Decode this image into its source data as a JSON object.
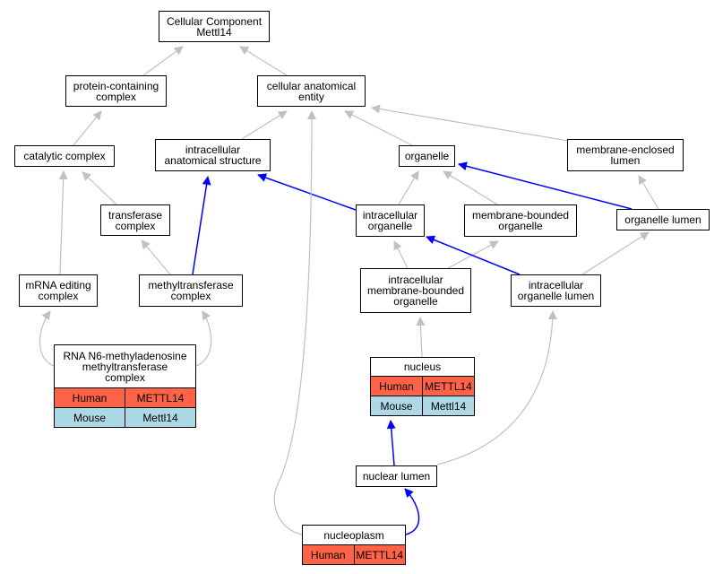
{
  "diagram": {
    "nodes": {
      "root": {
        "text": "Cellular Component\nMettl14"
      },
      "pcc": {
        "text": "protein-containing\ncomplex"
      },
      "cae": {
        "text": "cellular anatomical\nentity"
      },
      "cat": {
        "text": "catalytic complex"
      },
      "ias": {
        "text": "intracellular\nanatomical structure"
      },
      "org": {
        "text": "organelle"
      },
      "mel": {
        "text": "membrane-enclosed\nlumen"
      },
      "trc": {
        "text": "transferase\ncomplex"
      },
      "iorg": {
        "text": "intracellular\norganelle"
      },
      "mbo": {
        "text": "membrane-bounded\norganelle"
      },
      "orglum": {
        "text": "organelle lumen"
      },
      "mrna": {
        "text": "mRNA editing\ncomplex"
      },
      "mtc": {
        "text": "methyltransferase\ncomplex"
      },
      "imbo": {
        "text": "intracellular\nmembrane-bounded\norganelle"
      },
      "iol": {
        "text": "intracellular\norganelle lumen"
      },
      "rna": {
        "text": "RNA N6-methyladenosine\nmethyltransferase\ncomplex",
        "rows": [
          {
            "species": "Human",
            "gene": "METTL14"
          },
          {
            "species": "Mouse",
            "gene": "Mettl14"
          }
        ]
      },
      "nucleus": {
        "text": "nucleus",
        "rows": [
          {
            "species": "Human",
            "gene": "METTL14"
          },
          {
            "species": "Mouse",
            "gene": "Mettl14"
          }
        ]
      },
      "nlum": {
        "text": "nuclear lumen"
      },
      "nplasm": {
        "text": "nucleoplasm",
        "rows": [
          {
            "species": "Human",
            "gene": "METTL14"
          }
        ]
      }
    },
    "colors": {
      "human_row": "#ff6347",
      "mouse_row": "#add8e6",
      "edge_gray": "#c0c0c0",
      "edge_blue": "#0000ff",
      "node_border": "#000000"
    }
  }
}
